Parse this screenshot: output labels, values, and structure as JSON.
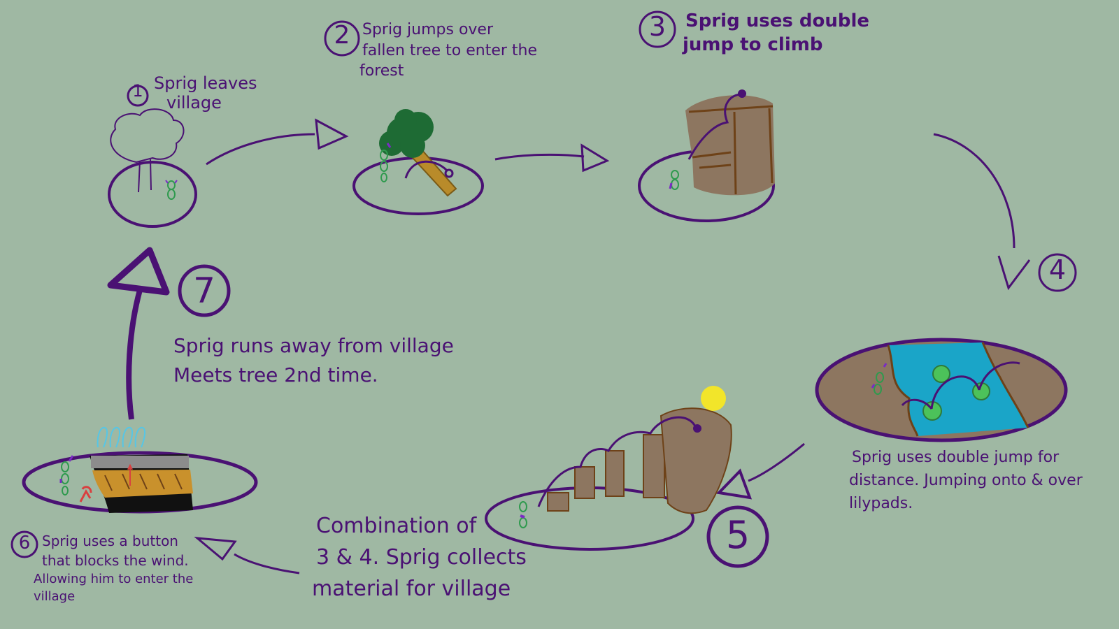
{
  "colors": {
    "background": "#9fb8a3",
    "ink": "#4a1173",
    "tree_foliage": "#1e6b34",
    "log": "#b98b2a",
    "rock": "#8d7660",
    "water": "#1aa5c8",
    "lilypad": "#4cc25a",
    "sprig": "#2f9a4e",
    "sun": "#f2e52a",
    "wind": "#56c6e6",
    "button": "#d94040"
  },
  "steps": [
    {
      "number": "1",
      "lines": [
        "Sprig leaves",
        "village"
      ]
    },
    {
      "number": "2",
      "lines": [
        "Sprig jumps over",
        "fallen tree to enter the",
        "forest"
      ]
    },
    {
      "number": "3",
      "lines": [
        "Sprig uses double",
        "jump to climb"
      ]
    },
    {
      "number": "4",
      "lines": [
        "Sprig uses double jump for",
        "distance. Jumping onto & over",
        "lilypads."
      ]
    },
    {
      "number": "5",
      "lines": [
        "Combination of",
        "3 & 4. Sprig collects",
        "material for village"
      ]
    },
    {
      "number": "6",
      "lines": [
        "Sprig uses a button",
        "that blocks the wind.",
        "Allowing him to enter the",
        "village"
      ]
    },
    {
      "number": "7",
      "lines": [
        "Sprig runs away from village",
        "Meets tree 2nd time."
      ]
    }
  ],
  "icons": {
    "sprig": "sprig-character-icon",
    "tree": "tree-icon",
    "sun": "sun-icon",
    "wind": "wind-icon",
    "button": "button-icon"
  }
}
